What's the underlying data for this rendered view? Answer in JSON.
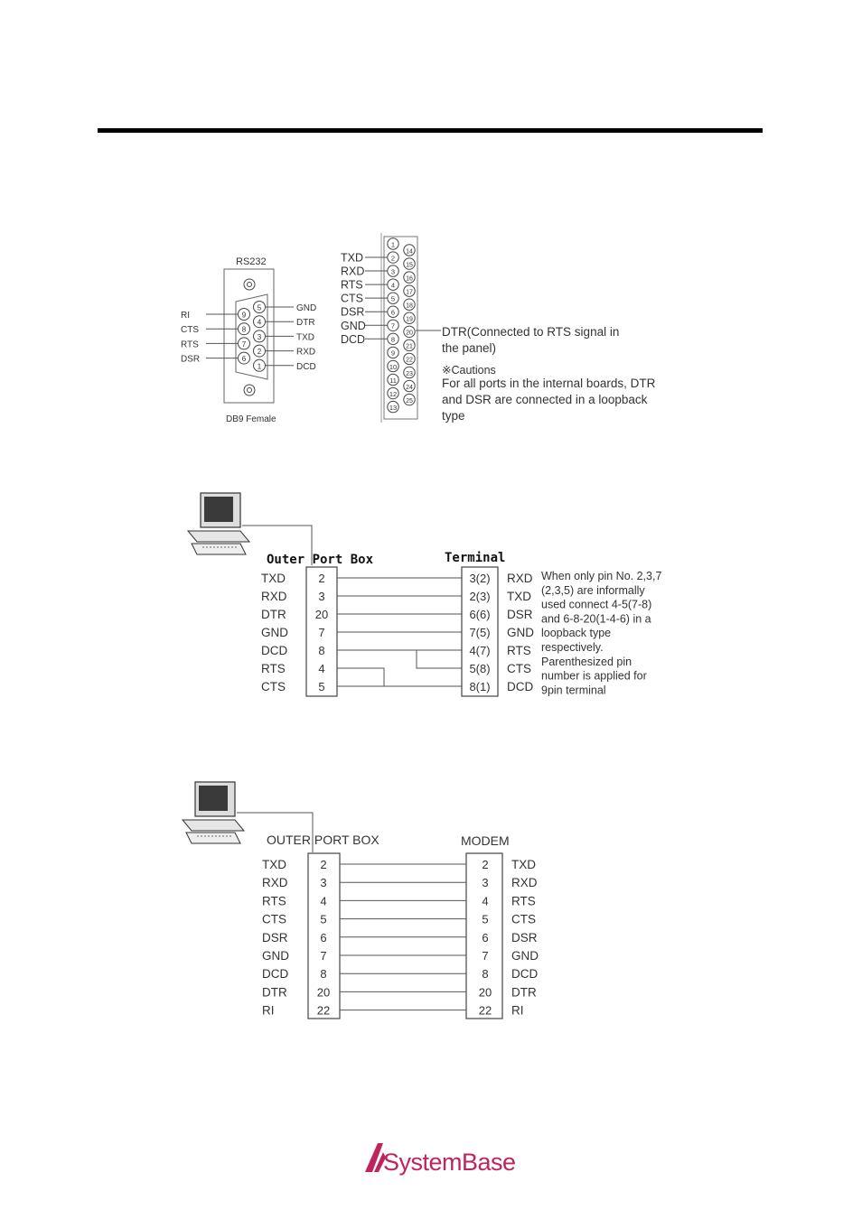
{
  "db9": {
    "title": "RS232",
    "caption": "DB9 Female",
    "top_pins": [
      "5",
      "4",
      "3",
      "2",
      "1"
    ],
    "bottom_pins": [
      "9",
      "8",
      "7",
      "6"
    ],
    "right_labels": [
      "GND",
      "DTR",
      "TXD",
      "RXD",
      "DCD"
    ],
    "left_labels": [
      "RI",
      "CTS",
      "RTS",
      "DSR"
    ]
  },
  "db25": {
    "left_pins": [
      "1",
      "2",
      "3",
      "4",
      "5",
      "6",
      "7",
      "8",
      "9",
      "10",
      "11",
      "12",
      "13"
    ],
    "right_pins": [
      "14",
      "15",
      "16",
      "17",
      "18",
      "19",
      "20",
      "21",
      "22",
      "23",
      "24",
      "25"
    ],
    "labels": [
      "TXD",
      "RXD",
      "RTS",
      "CTS",
      "DSR",
      "GND",
      "DCD"
    ],
    "dtr_note_1": "DTR(Connected to RTS signal in",
    "dtr_note_2": "the panel)",
    "caution_title": "※Cautions",
    "caution_lines": [
      "For all ports in the internal boards, DTR",
      "and DSR are connected in a loopback",
      "type"
    ]
  },
  "diagram2": {
    "left_title": "Outer Port Box",
    "right_title": "Terminal",
    "left_labels": [
      "TXD",
      "RXD",
      "DTR",
      "GND",
      "DCD",
      "RTS",
      "CTS"
    ],
    "left_pins": [
      "2",
      "3",
      "20",
      "7",
      "8",
      "4",
      "5"
    ],
    "right_pins": [
      "3(2)",
      "2(3)",
      "6(6)",
      "7(5)",
      "4(7)",
      "5(8)",
      "8(1)"
    ],
    "right_labels": [
      "RXD",
      "TXD",
      "DSR",
      "GND",
      "RTS",
      "CTS",
      "DCD"
    ],
    "note_lines": [
      "When only pin No. 2,3,7",
      "(2,3,5) are informally",
      "used connect 4-5(7-8)",
      "and 6-8-20(1-4-6) in a",
      "loopback type",
      "respectively.",
      "Parenthesized pin",
      "number is applied for",
      "9pin  terminal"
    ]
  },
  "diagram3": {
    "left_title": "OUTER  PORT BOX",
    "right_title": "MODEM",
    "left_labels": [
      "TXD",
      "RXD",
      "RTS",
      "CTS",
      "DSR",
      "GND",
      "DCD",
      "DTR",
      "RI"
    ],
    "left_pins": [
      "2",
      "3",
      "4",
      "5",
      "6",
      "7",
      "8",
      "20",
      "22"
    ],
    "right_pins": [
      "2",
      "3",
      "4",
      "5",
      "6",
      "7",
      "8",
      "20",
      "22"
    ],
    "right_labels": [
      "TXD",
      "RXD",
      "RTS",
      "CTS",
      "DSR",
      "GND",
      "DCD",
      "DTR",
      "RI"
    ]
  },
  "logo": {
    "text": "SystemBase",
    "color": "#c0245c"
  }
}
